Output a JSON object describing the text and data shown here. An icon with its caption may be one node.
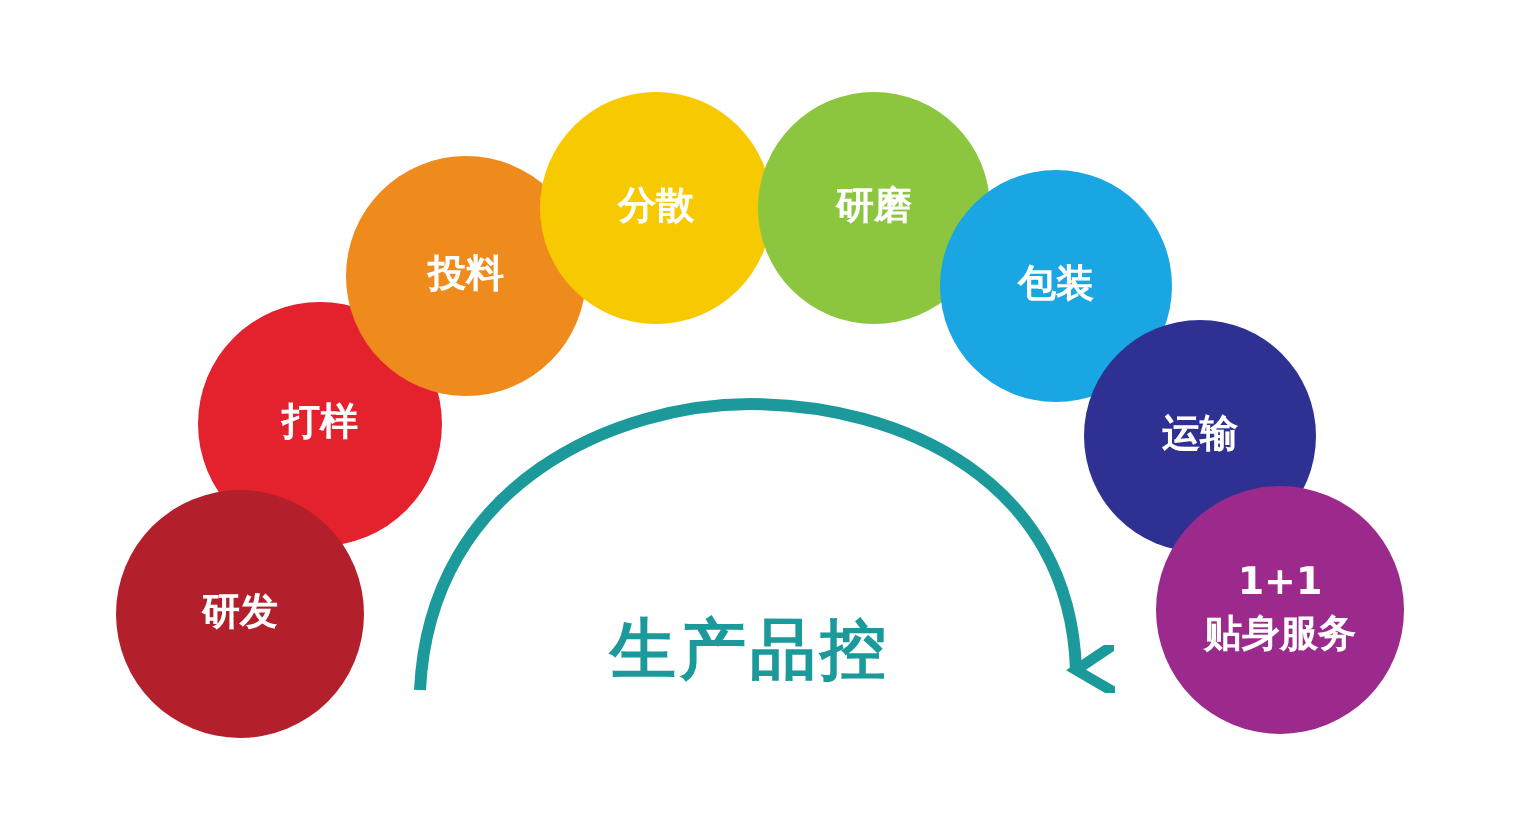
{
  "diagram": {
    "nodes": [
      {
        "text": [
          "研发"
        ]
      },
      {
        "text": [
          "打样"
        ]
      },
      {
        "text": [
          "投料"
        ]
      },
      {
        "text": [
          "分散"
        ]
      },
      {
        "text": [
          "研磨"
        ]
      },
      {
        "text": [
          "包装"
        ]
      },
      {
        "text": [
          "运输"
        ]
      },
      {
        "text": [
          "1+1",
          "贴身服务"
        ]
      }
    ],
    "labels": [
      "生产品控"
    ]
  }
}
